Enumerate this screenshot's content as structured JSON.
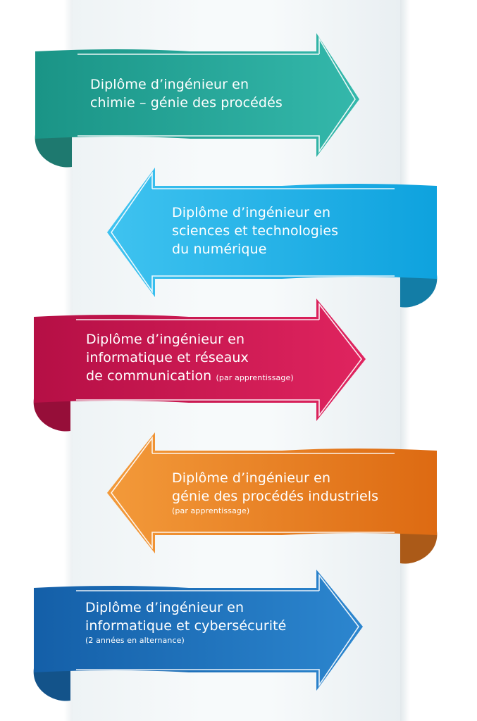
{
  "ribbons": [
    {
      "direction": "right",
      "color": "#2aa89a",
      "lines": [
        "Diplôme d’ingénieur en",
        "chimie – génie des procédés"
      ],
      "small_inline": "",
      "small_line": ""
    },
    {
      "direction": "left",
      "color": "#1aaee6",
      "lines": [
        "Diplôme d’ingénieur en",
        "sciences et technologies",
        "du numérique"
      ],
      "small_inline": "",
      "small_line": ""
    },
    {
      "direction": "right",
      "color": "#d1144f",
      "lines": [
        "Diplôme d’ingénieur en",
        "informatique et réseaux",
        "de communication"
      ],
      "small_inline": "(par apprentissage)",
      "small_line": ""
    },
    {
      "direction": "left",
      "color": "#ee7d22",
      "lines": [
        "Diplôme d’ingénieur en",
        "génie des procédés industriels"
      ],
      "small_inline": "",
      "small_line": "(par apprentissage)"
    },
    {
      "direction": "right",
      "color": "#1a73c0",
      "lines": [
        "Diplôme d’ingénieur en",
        "informatique et cybersécurité"
      ],
      "small_inline": "",
      "small_line": "(2 années en alternance)"
    }
  ]
}
